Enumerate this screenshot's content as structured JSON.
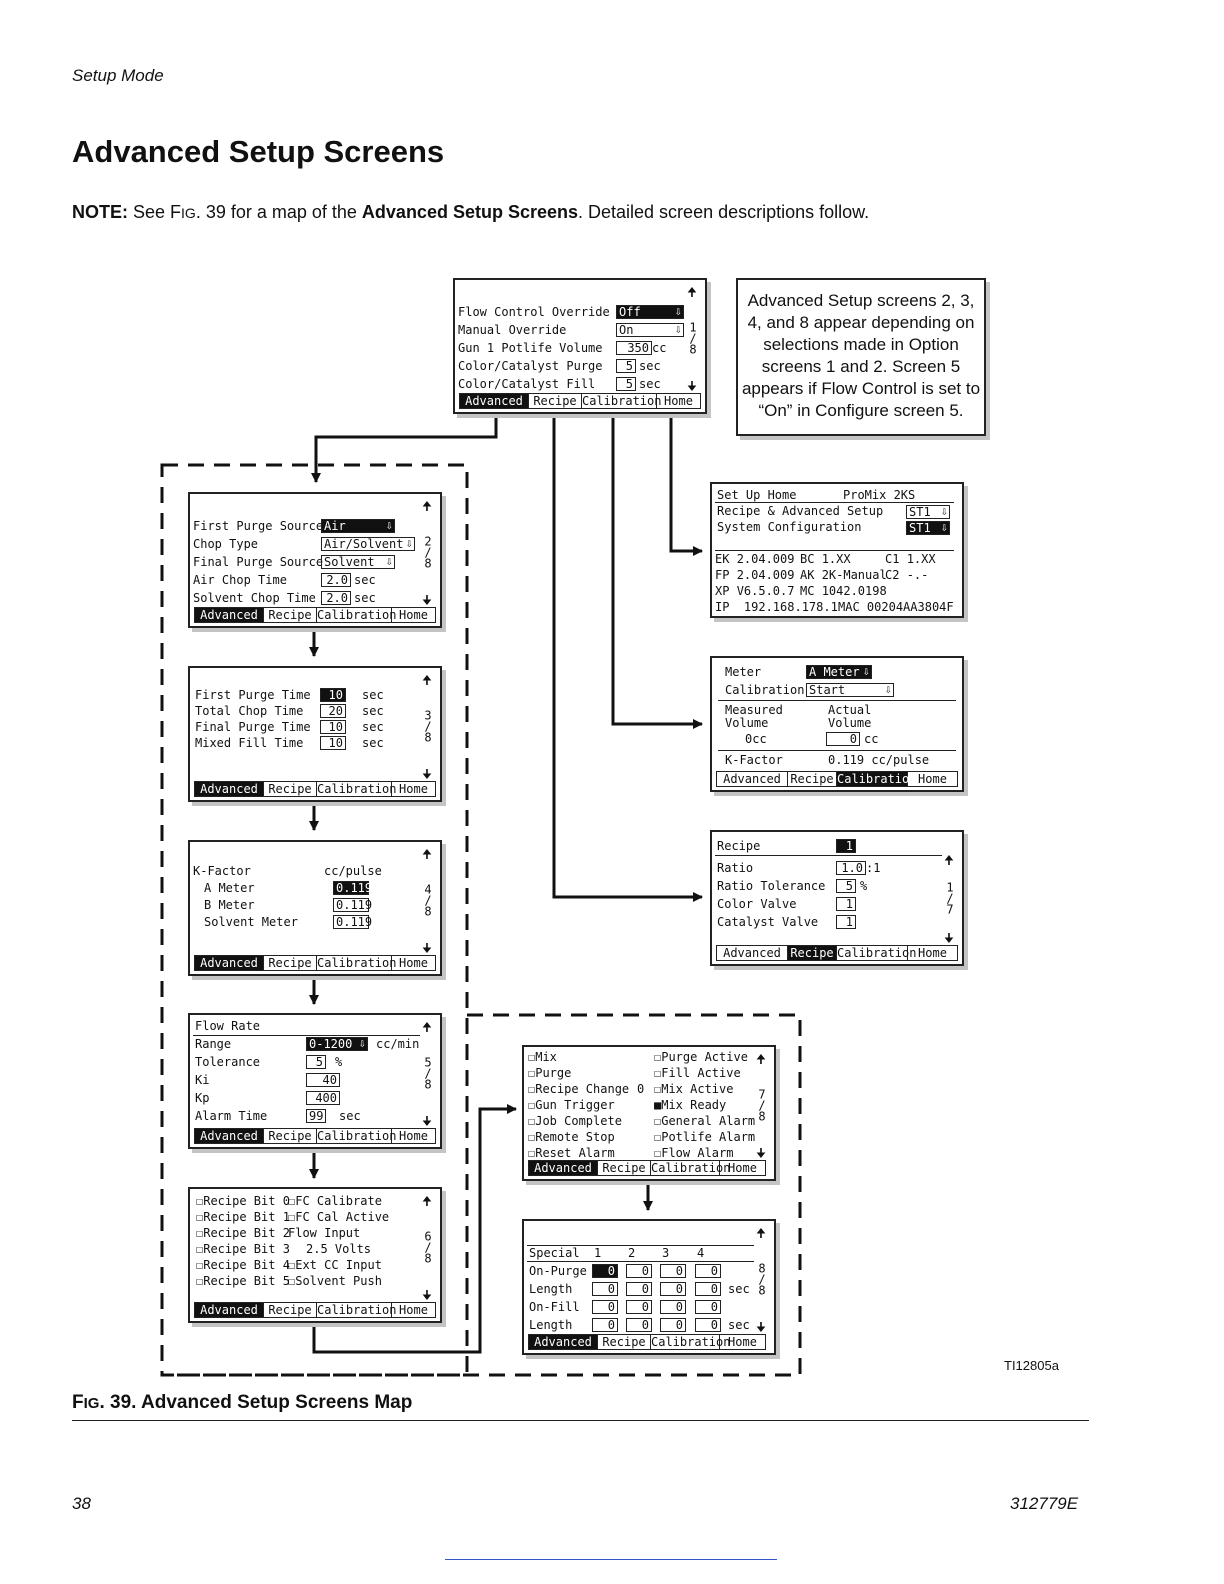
{
  "header": "Setup Mode",
  "title": "Advanced Setup Screens",
  "note": {
    "label": "NOTE:",
    "pre": " See F",
    "fig_small": "IG",
    "mid": ". 39 for a map of the ",
    "bold": "Advanced Setup Screens",
    "post": ". Detailed screen descriptions follow."
  },
  "tabs": {
    "advanced": "Advanced",
    "recipe": "Recipe",
    "calibration": "Calibration",
    "home": "Home"
  },
  "units": {
    "cc": "cc",
    "sec": "sec",
    "pct": "%",
    "ccmin": "cc/min",
    "ccpulse": "cc/pulse"
  },
  "callout": "Advanced Setup screens 2, 3, 4, and 8 appear depending on selections made in Option screens 1 and 2. Screen 5 appears if Flow Control is set to “On” in Configure screen 5.",
  "screen1": {
    "labels": [
      "Flow Control Override",
      "Manual Override",
      "Gun 1 Potlife Volume",
      "Color/Catalyst Purge",
      "Color/Catalyst Fill"
    ],
    "values": [
      "Off",
      "On",
      "350",
      "5",
      "5"
    ],
    "page": [
      "1",
      "/",
      "8"
    ]
  },
  "screen2": {
    "labels": [
      "First Purge Source",
      "Chop Type",
      "Final Purge Source",
      "Air Chop Time",
      "Solvent Chop Time"
    ],
    "values": [
      "Air",
      "Air/Solvent",
      "Solvent",
      "2.0",
      "2.0"
    ],
    "page": [
      "2",
      "/",
      "8"
    ]
  },
  "screen3": {
    "labels": [
      "First Purge Time",
      "Total Chop Time",
      "Final Purge Time",
      "Mixed Fill Time"
    ],
    "values": [
      "10",
      "20",
      "10",
      "10"
    ],
    "page": [
      "3",
      "/",
      "8"
    ]
  },
  "screen4": {
    "heading": "K-Factor",
    "labels": [
      "A Meter",
      "B Meter",
      "Solvent Meter"
    ],
    "values": [
      "0.119",
      "0.119",
      "0.119"
    ],
    "page": [
      "4",
      "/",
      "8"
    ]
  },
  "screen5": {
    "heading": "Flow Rate",
    "labels": [
      "Range",
      "Tolerance",
      "Ki",
      "Kp",
      "Alarm Time"
    ],
    "values": [
      "0-1200",
      "5",
      "40",
      "400",
      "99"
    ],
    "page": [
      "5",
      "/",
      "8"
    ]
  },
  "screen6": {
    "left": [
      "Recipe Bit 0",
      "Recipe Bit 1",
      "Recipe Bit 2",
      "Recipe Bit 3",
      "Recipe Bit 4",
      "Recipe Bit 5"
    ],
    "right": [
      "FC Calibrate",
      "FC Cal Active",
      "Flow Input",
      "2.5 Volts",
      "Ext CC Input",
      "Solvent Push"
    ],
    "page": [
      "6",
      "/",
      "8"
    ]
  },
  "screen7": {
    "left": [
      "Mix",
      "Purge",
      "Recipe Change",
      "Gun Trigger",
      "Job Complete",
      "Remote Stop",
      "Reset Alarm"
    ],
    "recipe_change_value": "0",
    "right": [
      "Purge Active",
      "Fill Active",
      "Mix Active",
      "Mix Ready",
      "General Alarm",
      "Potlife Alarm",
      "Flow Alarm"
    ],
    "page": [
      "7",
      "/",
      "8"
    ]
  },
  "screen8": {
    "heading": "Special",
    "cols": [
      "1",
      "2",
      "3",
      "4"
    ],
    "rows": [
      "On-Purge",
      "Length",
      "On-Fill",
      "Length"
    ],
    "value": "0",
    "page": [
      "8",
      "/",
      "8"
    ]
  },
  "home_screen": {
    "line1": "Set Up Home",
    "product": "ProMix 2KS",
    "line2": "Recipe & Advanced Setup",
    "line3": "System Configuration",
    "st1": "ST1",
    "versions": [
      [
        "EK",
        "2.04.009",
        "BC",
        "1.XX",
        "C1",
        "1.XX"
      ],
      [
        "FP",
        "2.04.009",
        "AK",
        "2K-Manual",
        "C2",
        "-.-"
      ],
      [
        "XP",
        "V6.5.0.7",
        "MC",
        "1042.0198"
      ]
    ],
    "ip_label": "IP",
    "ip": "192.168.178.1",
    "mac_label": "MAC",
    "mac": "00204AA3804F"
  },
  "calibration_screen": {
    "meter_label": "Meter",
    "meter_value": "A Meter",
    "cal_label": "Calibration",
    "cal_value": "Start",
    "measured": [
      "Measured",
      "Volume"
    ],
    "actual": [
      "Actual",
      "Volume"
    ],
    "measured_value": "0cc",
    "actual_value": "0",
    "kfactor_label": "K-Factor",
    "kfactor_value": "0.119 cc/pulse"
  },
  "recipe_screen": {
    "recipe_label": "Recipe",
    "recipe_value": "1",
    "labels": [
      "Ratio",
      "Ratio Tolerance",
      "Color Valve",
      "Catalyst Valve"
    ],
    "values": [
      "1.0",
      "5",
      "1",
      "1"
    ],
    "ratio_suffix": ":1",
    "page": [
      "1",
      "/",
      "7"
    ]
  },
  "figure_id": "TI12805a",
  "caption": {
    "pre": "F",
    "small": "IG",
    "rest": ". 39. Advanced Setup Screens Map"
  },
  "page_number": "38",
  "doc_number": "312779E"
}
